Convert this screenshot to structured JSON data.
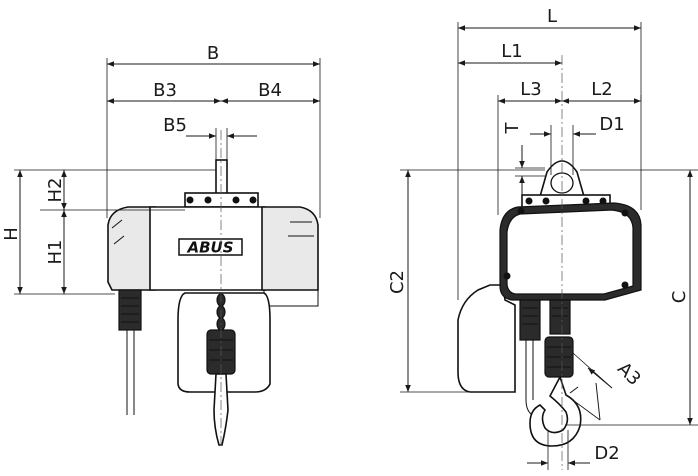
{
  "brand": "ABUS",
  "dimensions": {
    "B": "B",
    "B3": "B3",
    "B4": "B4",
    "B5": "B5",
    "H": "H",
    "H1": "H1",
    "H2": "H2",
    "L": "L",
    "L1": "L1",
    "L2": "L2",
    "L3": "L3",
    "T": "T",
    "D1": "D1",
    "D2": "D2",
    "C": "C",
    "C2": "C2",
    "A3": "A3"
  }
}
